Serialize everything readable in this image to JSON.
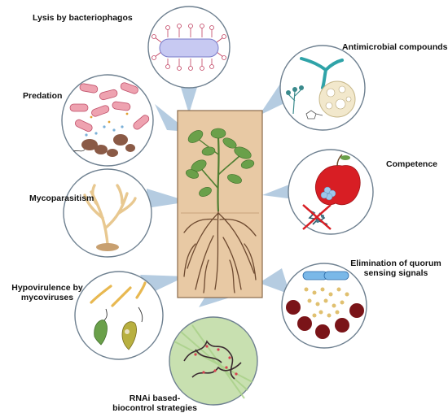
{
  "labels": {
    "lysis": "Lysis by bacteriophagos",
    "antimicrobial": "Antimicrobial compounds",
    "predation": "Predation",
    "competence": "Competence",
    "mycoparasitism": "Mycoparasitism",
    "quorum_line1": "Elimination of quorum",
    "quorum_line2": "sensing signals",
    "hypo_line1": "Hypovirulence by",
    "hypo_line2": "mycoviruses",
    "rnai_line1": "RNAi based-",
    "rnai_line2": "biocontrol strategies"
  },
  "colors": {
    "plant_box": "#e8c9a4",
    "plant_box_border": "#8a6a4a",
    "arrow": "#a9c4dc",
    "circle_border": "#6e8090",
    "leaf": "#6aa04a",
    "root": "#6e4a30"
  }
}
